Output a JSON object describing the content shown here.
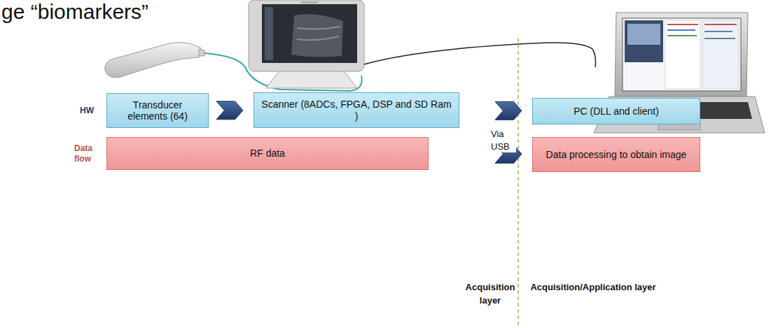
{
  "diagram": {
    "title": "ge “biomarkers”",
    "nodes": [
      {
        "text": [
          "Transducer elements (64)"
        ]
      },
      {
        "text": [
          "Scanner (8ADCs, FPGA, DSP and SD Ram )"
        ]
      },
      {
        "text": [
          "PC (DLL and client)"
        ]
      },
      {
        "text": [
          "RF data"
        ]
      },
      {
        "text": [
          "Data processing to obtain image"
        ]
      }
    ],
    "edges": [
      {
        "from": 0,
        "to": 1,
        "arrow": "to"
      },
      {
        "from": 1,
        "to": 2,
        "arrow": "to"
      },
      {
        "from": 3,
        "to": 4,
        "arrow": "to"
      }
    ],
    "labels": [
      "HW",
      "Data flow",
      "Via USB",
      "Acquisition layer",
      "Acquisition/Application layer"
    ]
  }
}
